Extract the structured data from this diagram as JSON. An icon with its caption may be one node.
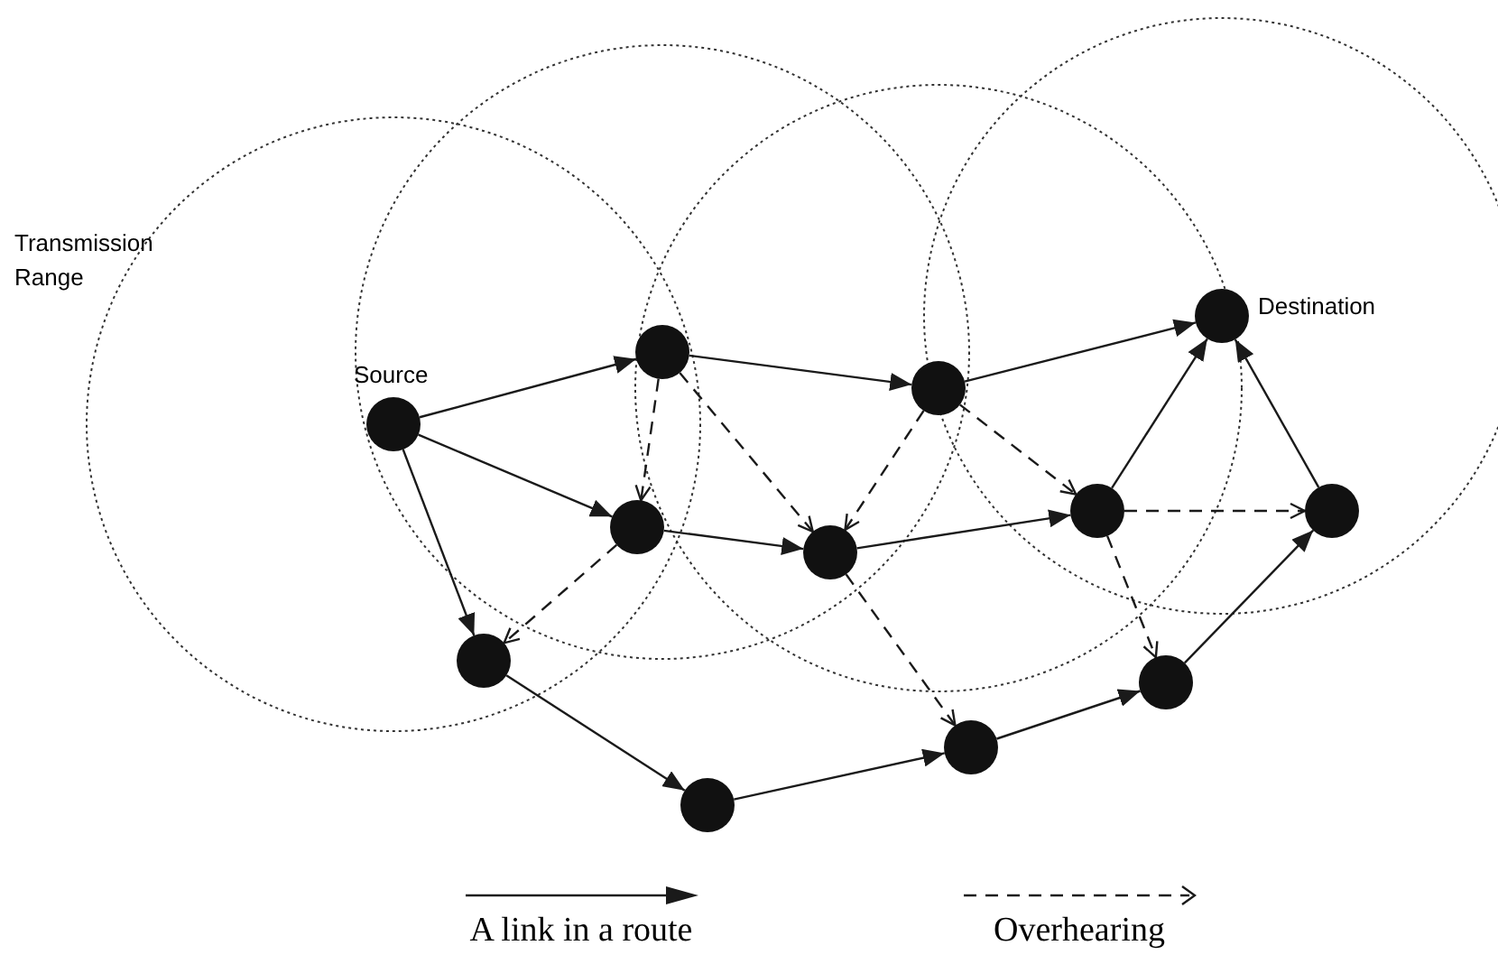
{
  "diagram": {
    "nodes": [
      {
        "text": [],
        "shape": "circle",
        "beside": [
          "Source"
        ]
      },
      {
        "text": [],
        "shape": "circle"
      },
      {
        "text": [],
        "shape": "circle"
      },
      {
        "text": [],
        "shape": "circle"
      },
      {
        "text": [],
        "shape": "circle"
      },
      {
        "text": [],
        "shape": "circle"
      },
      {
        "text": [],
        "shape": "circle"
      },
      {
        "text": [],
        "shape": "circle"
      },
      {
        "text": [],
        "shape": "circle"
      },
      {
        "text": [],
        "shape": "circle"
      },
      {
        "text": [],
        "shape": "circle",
        "beside": [
          "Destination"
        ]
      },
      {
        "text": [],
        "shape": "circle"
      }
    ],
    "edges": [
      {
        "from": 0,
        "to": 1,
        "arrow": "to"
      },
      {
        "from": 0,
        "to": 2,
        "arrow": "to"
      },
      {
        "from": 0,
        "to": 3,
        "arrow": "to"
      },
      {
        "from": 1,
        "to": 5,
        "arrow": "to"
      },
      {
        "from": 5,
        "to": 10,
        "arrow": "to"
      },
      {
        "from": 2,
        "to": 4,
        "arrow": "to"
      },
      {
        "from": 4,
        "to": 8,
        "arrow": "to"
      },
      {
        "from": 8,
        "to": 10,
        "arrow": "to"
      },
      {
        "from": 11,
        "to": 10,
        "arrow": "to"
      },
      {
        "from": 3,
        "to": 6,
        "arrow": "to"
      },
      {
        "from": 6,
        "to": 7,
        "arrow": "to"
      },
      {
        "from": 7,
        "to": 9,
        "arrow": "to"
      },
      {
        "from": 9,
        "to": 11,
        "arrow": "to"
      },
      {
        "from": 1,
        "to": 2,
        "arrow": "to",
        "style": "dashed"
      },
      {
        "from": 1,
        "to": 4,
        "arrow": "to",
        "style": "dashed"
      },
      {
        "from": 5,
        "to": 4,
        "arrow": "to",
        "style": "dashed"
      },
      {
        "from": 5,
        "to": 8,
        "arrow": "to",
        "style": "dashed"
      },
      {
        "from": 2,
        "to": 3,
        "arrow": "to",
        "style": "dashed"
      },
      {
        "from": 4,
        "to": 7,
        "arrow": "to",
        "style": "dashed"
      },
      {
        "from": 8,
        "to": 11,
        "arrow": "to",
        "style": "dashed"
      },
      {
        "from": 8,
        "to": 9,
        "arrow": "to",
        "style": "dashed"
      }
    ],
    "labels": [
      "Transmission Range"
    ],
    "legend": [
      {
        "text": "A link in a route"
      },
      {
        "text": "Overhearing"
      }
    ]
  }
}
